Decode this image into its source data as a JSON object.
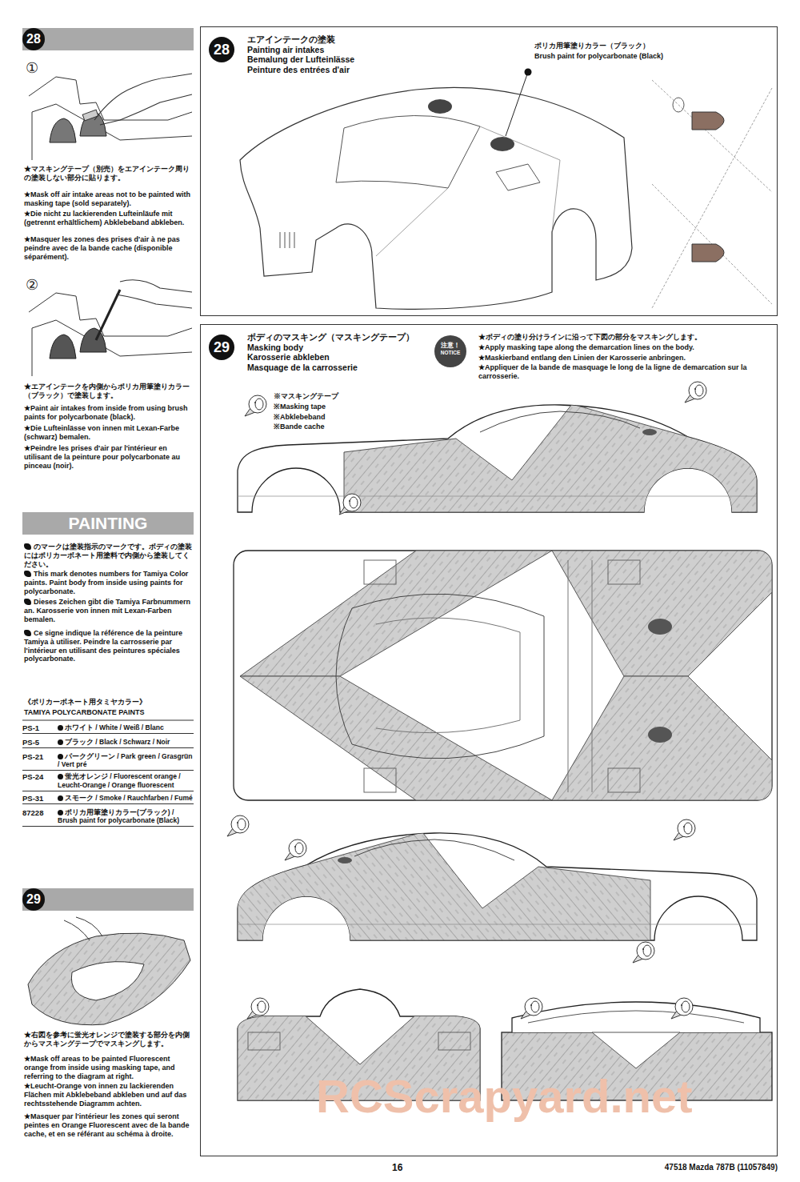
{
  "diagram": {
    "nodes": [
      {
        "text": [
          "28"
        ]
      },
      {
        "text": [
          "PAINTING"
        ]
      },
      {
        "text": [
          "29"
        ]
      },
      {
        "text": [
          "28",
          "エアインテークの塗装",
          "Painting air intakes",
          "Bemalung der Lufteinlässe",
          "Peinture des entrées d'air"
        ]
      },
      {
        "text": [
          "29",
          "ボディのマスキング（マスキングテープ）",
          "Masking body",
          "Karosserie abkleben",
          "Masquage de la carrosserie"
        ]
      },
      {
        "text": [
          "注意！",
          "NOTICE"
        ],
        "in": 4
      }
    ],
    "labels": [
      "①",
      "★マスキングテープ（別売）をエアインテーク周りの塗装しない部分に貼ります。",
      "★Mask off air intake areas not to be painted with masking tape (sold separately).",
      "★Die nicht zu lackierenden Lufteinläufe mit (getrennt erhältlichem) Abklebeband abkleben.",
      "★Masquer les zones des prises d'air à ne pas peindre avec de la bande cache (disponible séparément).",
      "②",
      "★エアインテークを内側からポリカ用筆塗りカラー（ブラック）で塗装します。",
      "★Paint air intakes from inside from using brush paints for polycarbonate (black).",
      "★Die Lufteinlässe von innen mit Lexan-Farbe (schwarz) bemalen.",
      "★Peindre les prises d'air par l'intérieur en utilisant de la peinture pour polycarbonate au pinceau (noir).",
      "のマークは塗装指示のマークです。ボディの塗装にはポリカーボネート用塗料で内側から塗装してください。",
      "This mark denotes numbers for Tamiya Color paints. Paint body from inside using paints for polycarbonate.",
      "Dieses Zeichen gibt die Tamiya Farbnummern an. Karosserie von innen mit Lexan-Farben bemalen.",
      "Ce signe indique la référence de la peinture Tamiya à utiliser. Peindre la carrosserie par l'intérieur en utilisant des peintures spéciales polycarbonate.",
      "《ポリカーボネート用タミヤカラー》",
      "TAMIYA POLYCARBONATE PAINTS",
      "PS-1",
      "ホワイト / White / Weiß / Blanc",
      "PS-5",
      "ブラック / Black / Schwarz / Noir",
      "PS-21",
      "パークグリーン / Park green / Grasgrün / Vert pré",
      "PS-24",
      "蛍光オレンジ / Fluorescent orange / Leucht-Orange / Orange fluorescent",
      "PS-31",
      "スモーク / Smoke / Rauchfarben / Fumé",
      "87228",
      "ポリカ用筆塗りカラー(ブラック) / Brush paint for polycarbonate (Black)",
      "★右図を参考に蛍光オレンジで塗装する部分を内側からマスキングテープでマスキングします。",
      "★Mask off areas to be painted Fluorescent orange from inside using masking tape, and referring to the diagram at right.",
      "★Leucht-Orange von innen zu lackierenden Flächen mit Abklebeband abkleben und auf das rechtsstehende Diagramm achten.",
      "★Masquer par l'intérieur les zones qui seront peintes en Orange Fluorescent avec de la bande cache, et en se référant au schéma à droite.",
      "ポリカ用筆塗りカラー（ブラック）",
      "Brush paint for polycarbonate (Black)",
      "★ボディの塗り分けラインに沿って下図の部分をマスキングします。",
      "★Apply masking tape along the demarcation lines on the body.",
      "★Maskierband entlang den Linien der Karosserie anbringen.",
      "★Appliquer de la bande de masquage le long de la ligne de demarcation sur la carrosserie.",
      "※マスキングテープ",
      "※Masking tape",
      "※Abklebeband",
      "※Bande cache",
      "16",
      "47518 Mazda 787B (11057849)",
      "RCScrapyard.net"
    ]
  }
}
